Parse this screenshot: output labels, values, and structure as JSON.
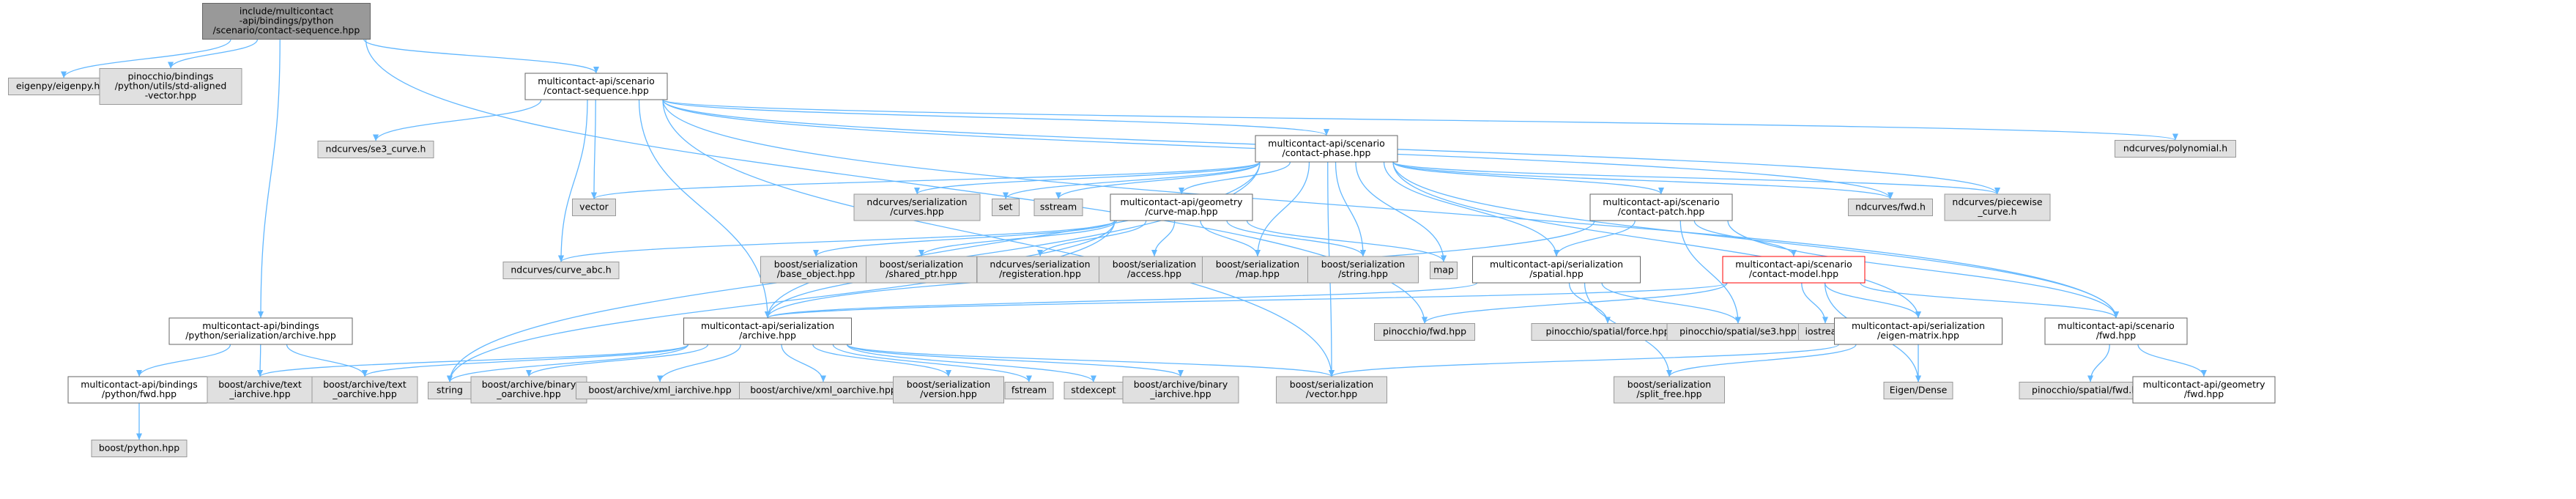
{
  "graph": {
    "colors": {
      "edge": "#63b8ff",
      "root_fill": "#999999",
      "file_fill": "#ffffff",
      "external_fill": "#e0e0e0",
      "node_border": "#666666",
      "external_border": "#999999",
      "highlight_border": "#ff0000"
    },
    "nodes": [
      {
        "id": "root",
        "kind": "root",
        "lines": [
          "include/multicontact",
          "-api/bindings/python",
          "/scenario/contact-sequence.hpp"
        ]
      },
      {
        "id": "eigenpy",
        "kind": "external",
        "lines": [
          "eigenpy/eigenpy.hpp"
        ]
      },
      {
        "id": "pinocchio_std_aligned",
        "kind": "external",
        "lines": [
          "pinocchio/bindings",
          "/python/utils/std-aligned",
          "-vector.hpp"
        ]
      },
      {
        "id": "contact_sequence",
        "kind": "file",
        "lines": [
          "multicontact-api/scenario",
          "/contact-sequence.hpp"
        ]
      },
      {
        "id": "ndcurves_polynomial",
        "kind": "external",
        "lines": [
          "ndcurves/polynomial.h"
        ]
      },
      {
        "id": "ndcurves_se3",
        "kind": "external",
        "lines": [
          "ndcurves/se3_curve.h"
        ]
      },
      {
        "id": "contact_phase",
        "kind": "file",
        "lines": [
          "multicontact-api/scenario",
          "/contact-phase.hpp"
        ]
      },
      {
        "id": "vector",
        "kind": "external",
        "lines": [
          "vector"
        ]
      },
      {
        "id": "ndcurves_ser_curves",
        "kind": "external",
        "lines": [
          "ndcurves/serialization",
          "/curves.hpp"
        ]
      },
      {
        "id": "set",
        "kind": "external",
        "lines": [
          "set"
        ]
      },
      {
        "id": "sstream",
        "kind": "external",
        "lines": [
          "sstream"
        ]
      },
      {
        "id": "curve_map",
        "kind": "file",
        "lines": [
          "multicontact-api/geometry",
          "/curve-map.hpp"
        ]
      },
      {
        "id": "contact_patch",
        "kind": "file",
        "lines": [
          "multicontact-api/scenario",
          "/contact-patch.hpp"
        ]
      },
      {
        "id": "ndcurves_fwd",
        "kind": "external",
        "lines": [
          "ndcurves/fwd.h"
        ]
      },
      {
        "id": "ndcurves_piecewise",
        "kind": "external",
        "lines": [
          "ndcurves/piecewise",
          "_curve.h"
        ]
      },
      {
        "id": "ndcurves_curve_abc",
        "kind": "external",
        "lines": [
          "ndcurves/curve_abc.h"
        ]
      },
      {
        "id": "bs_base_object",
        "kind": "external",
        "lines": [
          "boost/serialization",
          "/base_object.hpp"
        ]
      },
      {
        "id": "bs_shared_ptr",
        "kind": "external",
        "lines": [
          "boost/serialization",
          "/shared_ptr.hpp"
        ]
      },
      {
        "id": "ndcurves_ser_reg",
        "kind": "external",
        "lines": [
          "ndcurves/serialization",
          "/registeration.hpp"
        ]
      },
      {
        "id": "bs_access",
        "kind": "external",
        "lines": [
          "boost/serialization",
          "/access.hpp"
        ]
      },
      {
        "id": "bs_map",
        "kind": "external",
        "lines": [
          "boost/serialization",
          "/map.hpp"
        ]
      },
      {
        "id": "bs_string",
        "kind": "external",
        "lines": [
          "boost/serialization",
          "/string.hpp"
        ]
      },
      {
        "id": "map",
        "kind": "external",
        "lines": [
          "map"
        ]
      },
      {
        "id": "ser_spatial",
        "kind": "file",
        "lines": [
          "multicontact-api/serialization",
          "/spatial.hpp"
        ]
      },
      {
        "id": "contact_model",
        "kind": "highlight",
        "lines": [
          "multicontact-api/scenario",
          "/contact-model.hpp"
        ]
      },
      {
        "id": "bindings_archive",
        "kind": "file",
        "lines": [
          "multicontact-api/bindings",
          "/python/serialization/archive.hpp"
        ]
      },
      {
        "id": "ser_archive",
        "kind": "file",
        "lines": [
          "multicontact-api/serialization",
          "/archive.hpp"
        ]
      },
      {
        "id": "pinocchio_fwd",
        "kind": "external",
        "lines": [
          "pinocchio/fwd.hpp"
        ]
      },
      {
        "id": "pinocchio_force",
        "kind": "external",
        "lines": [
          "pinocchio/spatial/force.hpp"
        ]
      },
      {
        "id": "pinocchio_se3",
        "kind": "external",
        "lines": [
          "pinocchio/spatial/se3.hpp"
        ]
      },
      {
        "id": "iostream",
        "kind": "external",
        "lines": [
          "iostream"
        ]
      },
      {
        "id": "ser_eigen",
        "kind": "file",
        "lines": [
          "multicontact-api/serialization",
          "/eigen-matrix.hpp"
        ]
      },
      {
        "id": "scenario_fwd",
        "kind": "file",
        "lines": [
          "multicontact-api/scenario",
          "/fwd.hpp"
        ]
      },
      {
        "id": "bindings_fwd",
        "kind": "file",
        "lines": [
          "multicontact-api/bindings",
          "/python/fwd.hpp"
        ]
      },
      {
        "id": "ba_text_iarchive",
        "kind": "external",
        "lines": [
          "boost/archive/text",
          "_iarchive.hpp"
        ]
      },
      {
        "id": "ba_text_oarchive",
        "kind": "external",
        "lines": [
          "boost/archive/text",
          "_oarchive.hpp"
        ]
      },
      {
        "id": "string",
        "kind": "external",
        "lines": [
          "string"
        ]
      },
      {
        "id": "ba_binary_oarchive",
        "kind": "external",
        "lines": [
          "boost/archive/binary",
          "_oarchive.hpp"
        ]
      },
      {
        "id": "ba_xml_iarchive",
        "kind": "external",
        "lines": [
          "boost/archive/xml_iarchive.hpp"
        ]
      },
      {
        "id": "ba_xml_oarchive",
        "kind": "external",
        "lines": [
          "boost/archive/xml_oarchive.hpp"
        ]
      },
      {
        "id": "bs_version",
        "kind": "external",
        "lines": [
          "boost/serialization",
          "/version.hpp"
        ]
      },
      {
        "id": "fstream",
        "kind": "external",
        "lines": [
          "fstream"
        ]
      },
      {
        "id": "stdexcept",
        "kind": "external",
        "lines": [
          "stdexcept"
        ]
      },
      {
        "id": "ba_binary_iarchive",
        "kind": "external",
        "lines": [
          "boost/archive/binary",
          "_iarchive.hpp"
        ]
      },
      {
        "id": "bs_vector",
        "kind": "external",
        "lines": [
          "boost/serialization",
          "/vector.hpp"
        ]
      },
      {
        "id": "bs_split_free",
        "kind": "external",
        "lines": [
          "boost/serialization",
          "/split_free.hpp"
        ]
      },
      {
        "id": "eigen_dense",
        "kind": "external",
        "lines": [
          "Eigen/Dense"
        ]
      },
      {
        "id": "pinocchio_spatial_fwd",
        "kind": "external",
        "lines": [
          "pinocchio/spatial/fwd.hpp"
        ]
      },
      {
        "id": "geometry_fwd",
        "kind": "file",
        "lines": [
          "multicontact-api/geometry",
          "/fwd.hpp"
        ]
      },
      {
        "id": "boost_python",
        "kind": "external",
        "lines": [
          "boost/python.hpp"
        ]
      }
    ],
    "edges": [
      [
        "root",
        "eigenpy"
      ],
      [
        "root",
        "pinocchio_std_aligned"
      ],
      [
        "root",
        "contact_sequence"
      ],
      [
        "root",
        "bindings_archive"
      ],
      [
        "root",
        "pinocchio_fwd"
      ],
      [
        "contact_sequence",
        "ndcurves_polynomial"
      ],
      [
        "contact_sequence",
        "ndcurves_se3"
      ],
      [
        "contact_sequence",
        "contact_phase"
      ],
      [
        "contact_sequence",
        "vector"
      ],
      [
        "contact_sequence",
        "ndcurves_curve_abc"
      ],
      [
        "contact_sequence",
        "ndcurves_fwd"
      ],
      [
        "contact_sequence",
        "ndcurves_piecewise"
      ],
      [
        "contact_sequence",
        "ser_archive"
      ],
      [
        "contact_sequence",
        "bs_vector"
      ],
      [
        "contact_sequence",
        "scenario_fwd"
      ],
      [
        "contact_phase",
        "vector"
      ],
      [
        "contact_phase",
        "ndcurves_ser_curves"
      ],
      [
        "contact_phase",
        "set"
      ],
      [
        "contact_phase",
        "sstream"
      ],
      [
        "contact_phase",
        "curve_map"
      ],
      [
        "contact_phase",
        "contact_patch"
      ],
      [
        "contact_phase",
        "ndcurves_fwd"
      ],
      [
        "contact_phase",
        "ndcurves_piecewise"
      ],
      [
        "contact_phase",
        "ser_archive"
      ],
      [
        "contact_phase",
        "bs_map"
      ],
      [
        "contact_phase",
        "bs_string"
      ],
      [
        "contact_phase",
        "map"
      ],
      [
        "contact_phase",
        "ser_spatial"
      ],
      [
        "contact_phase",
        "ser_eigen"
      ],
      [
        "contact_phase",
        "scenario_fwd"
      ],
      [
        "contact_phase",
        "string"
      ],
      [
        "contact_phase",
        "bs_vector"
      ],
      [
        "curve_map",
        "ndcurves_curve_abc"
      ],
      [
        "curve_map",
        "bs_base_object"
      ],
      [
        "curve_map",
        "bs_shared_ptr"
      ],
      [
        "curve_map",
        "ndcurves_ser_reg"
      ],
      [
        "curve_map",
        "bs_access"
      ],
      [
        "curve_map",
        "bs_map"
      ],
      [
        "curve_map",
        "bs_string"
      ],
      [
        "curve_map",
        "map"
      ],
      [
        "curve_map",
        "ser_archive"
      ],
      [
        "curve_map",
        "string"
      ],
      [
        "contact_patch",
        "ser_spatial"
      ],
      [
        "contact_patch",
        "contact_model"
      ],
      [
        "contact_patch",
        "pinocchio_se3"
      ],
      [
        "contact_patch",
        "scenario_fwd"
      ],
      [
        "contact_patch",
        "ser_archive"
      ],
      [
        "ser_spatial",
        "ser_archive"
      ],
      [
        "ser_spatial",
        "pinocchio_force"
      ],
      [
        "ser_spatial",
        "pinocchio_se3"
      ],
      [
        "ser_spatial",
        "bs_split_free"
      ],
      [
        "contact_model",
        "pinocchio_fwd"
      ],
      [
        "contact_model",
        "iostream"
      ],
      [
        "contact_model",
        "ser_eigen"
      ],
      [
        "contact_model",
        "scenario_fwd"
      ],
      [
        "contact_model",
        "ser_archive"
      ],
      [
        "contact_model",
        "eigen_dense"
      ],
      [
        "bindings_archive",
        "bindings_fwd"
      ],
      [
        "bindings_archive",
        "ba_text_iarchive"
      ],
      [
        "bindings_archive",
        "ba_text_oarchive"
      ],
      [
        "bindings_fwd",
        "boost_python"
      ],
      [
        "ser_archive",
        "ba_text_iarchive"
      ],
      [
        "ser_archive",
        "ba_text_oarchive"
      ],
      [
        "ser_archive",
        "string"
      ],
      [
        "ser_archive",
        "ba_binary_oarchive"
      ],
      [
        "ser_archive",
        "ba_xml_iarchive"
      ],
      [
        "ser_archive",
        "ba_xml_oarchive"
      ],
      [
        "ser_archive",
        "bs_version"
      ],
      [
        "ser_archive",
        "fstream"
      ],
      [
        "ser_archive",
        "stdexcept"
      ],
      [
        "ser_archive",
        "ba_binary_iarchive"
      ],
      [
        "ser_archive",
        "bs_vector"
      ],
      [
        "ser_eigen",
        "bs_split_free"
      ],
      [
        "ser_eigen",
        "eigen_dense"
      ],
      [
        "ser_eigen",
        "bs_vector"
      ],
      [
        "scenario_fwd",
        "pinocchio_spatial_fwd"
      ],
      [
        "scenario_fwd",
        "geometry_fwd"
      ]
    ]
  }
}
